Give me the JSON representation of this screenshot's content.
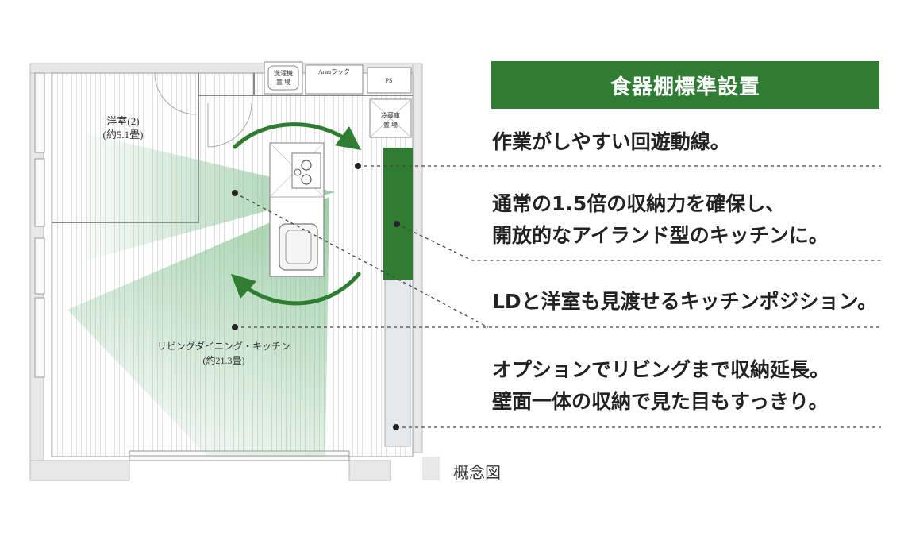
{
  "banner": {
    "title": "食器棚標準設置"
  },
  "features": [
    {
      "lines": [
        "作業がしやすい回遊動線。"
      ]
    },
    {
      "lines": [
        "通常の1.5倍の収納力を確保し、",
        "開放的なアイランド型のキッチンに。"
      ]
    },
    {
      "lines": [
        "LDと洋室も見渡せるキッチンポジション。"
      ]
    },
    {
      "lines": [
        "オプションでリビングまで収納延長。",
        "壁面一体の収納で見た目もすっきり。"
      ]
    }
  ],
  "floorplan": {
    "room1_name": "洋室(2)",
    "room1_area": "(約5.1畳)",
    "room2_name": "リビングダイニング・キッチン",
    "room2_area": "(約21.3畳)",
    "laundry": [
      "洗濯機",
      "置 場"
    ],
    "rack": "Arauラック",
    "ps": "PS",
    "fridge": [
      "冷蔵庫",
      "置 場"
    ]
  },
  "caption": "概念図",
  "colors": {
    "accent": "#2e7d32",
    "view_fill": "#8dc49a",
    "storage_option": "#e4e8ea"
  }
}
